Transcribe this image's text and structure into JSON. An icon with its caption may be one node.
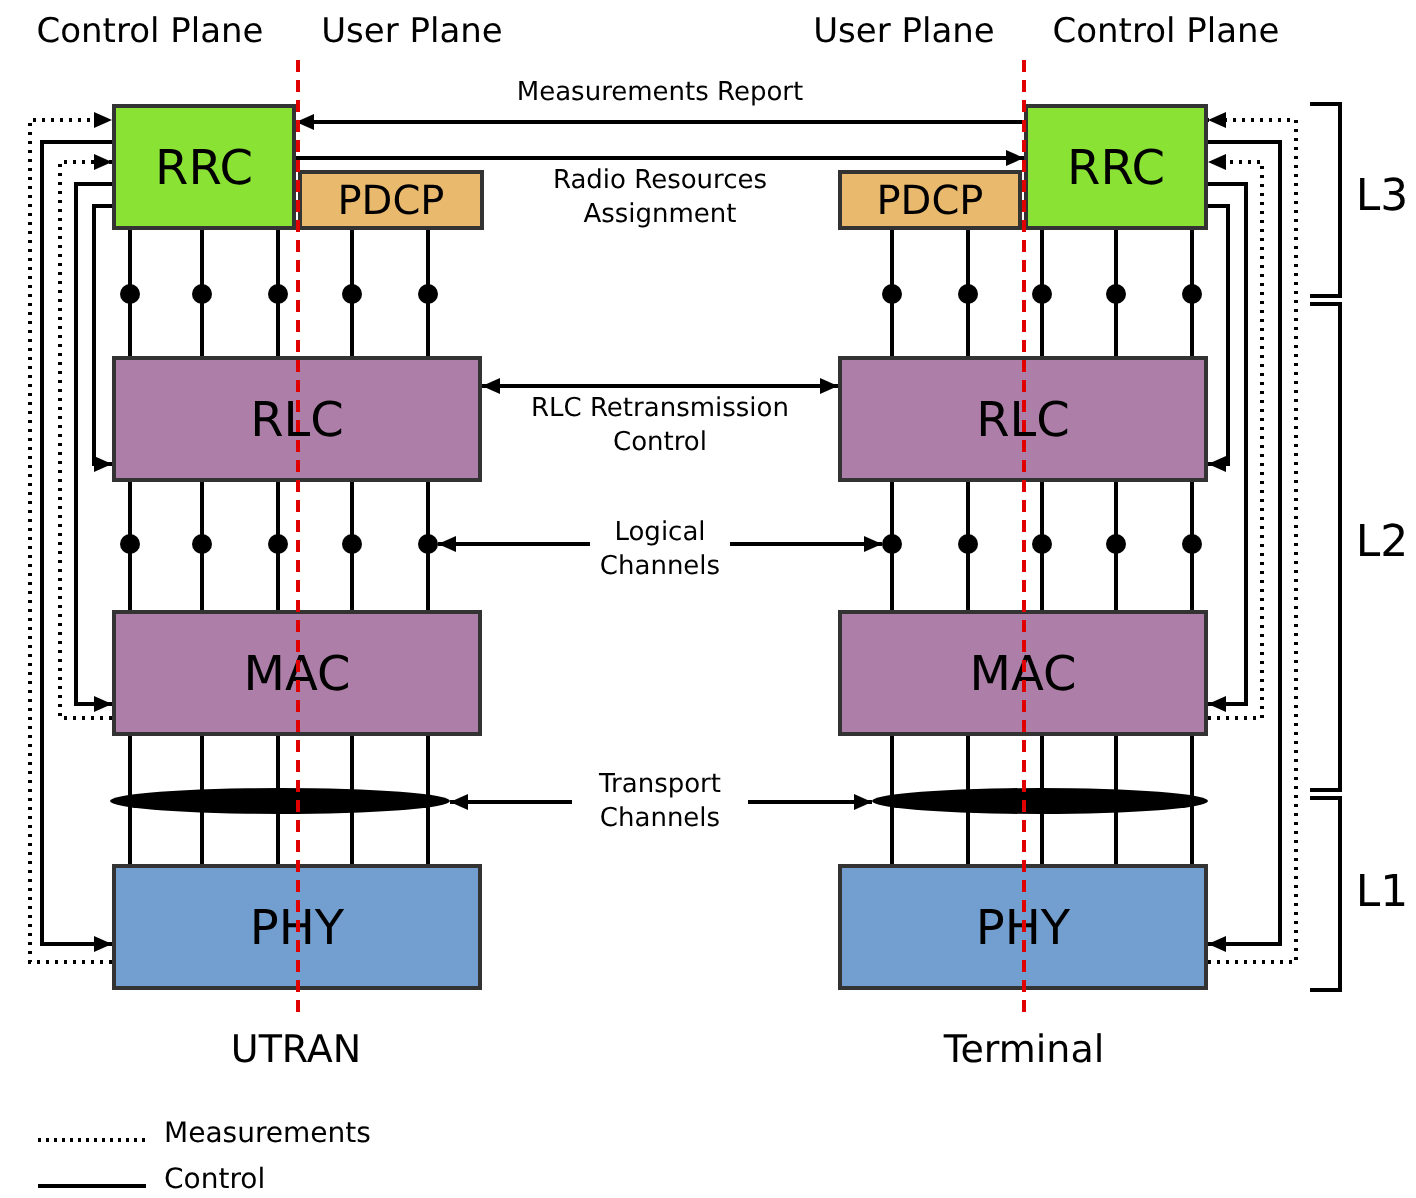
{
  "diagram": {
    "nodes": [
      {
        "text": [
          "RRC"
        ]
      },
      {
        "text": [
          "PDCP"
        ]
      },
      {
        "text": [
          "RLC"
        ]
      },
      {
        "text": [
          "MAC"
        ]
      },
      {
        "text": [
          "PHY"
        ]
      },
      {
        "text": [],
        "shape": "ellipse"
      },
      {
        "text": [
          "RRC"
        ]
      },
      {
        "text": [
          "PDCP"
        ]
      },
      {
        "text": [
          "RLC"
        ]
      },
      {
        "text": [
          "MAC"
        ]
      },
      {
        "text": [
          "PHY"
        ]
      },
      {
        "text": [],
        "shape": "ellipse"
      },
      {
        "text": [
          "Logical Channels"
        ]
      },
      {
        "text": [
          "Transport Channels"
        ]
      },
      {
        "text": [],
        "shape": "circle"
      },
      {
        "text": [],
        "shape": "circle"
      }
    ],
    "edges": [
      {
        "from": 6,
        "to": 0,
        "arrow": "to",
        "label": "Measurements Report"
      },
      {
        "from": 0,
        "to": 6,
        "arrow": "to",
        "label": "Radio Resources Assignment"
      },
      {
        "from": 2,
        "to": 8,
        "arrow": "both",
        "label": "RLC Retransmission Control"
      },
      {
        "from": 12,
        "to": 14,
        "arrow": "to"
      },
      {
        "from": 12,
        "to": 15,
        "arrow": "to"
      },
      {
        "from": 13,
        "to": 5,
        "arrow": "to"
      },
      {
        "from": 13,
        "to": 11,
        "arrow": "to"
      },
      {
        "from": 4,
        "to": 0,
        "arrow": "to",
        "style": "dashed"
      },
      {
        "from": 0,
        "to": 4,
        "arrow": "to"
      },
      {
        "from": 3,
        "to": 0,
        "arrow": "to",
        "style": "dashed"
      },
      {
        "from": 0,
        "to": 3,
        "arrow": "to"
      },
      {
        "from": 0,
        "to": 2,
        "arrow": "to"
      },
      {
        "from": 10,
        "to": 6,
        "arrow": "to",
        "style": "dashed"
      },
      {
        "from": 6,
        "to": 10,
        "arrow": "to"
      },
      {
        "from": 9,
        "to": 6,
        "arrow": "to",
        "style": "dashed"
      },
      {
        "from": 6,
        "to": 9,
        "arrow": "to"
      },
      {
        "from": 6,
        "to": 8,
        "arrow": "to"
      },
      {
        "from": 0,
        "to": 2,
        "arrow": "none"
      },
      {
        "from": 0,
        "to": 2,
        "arrow": "none"
      },
      {
        "from": 0,
        "to": 2,
        "arrow": "none"
      },
      {
        "from": 1,
        "to": 2,
        "arrow": "none"
      },
      {
        "from": 1,
        "to": 2,
        "arrow": "none"
      },
      {
        "from": 2,
        "to": 3,
        "arrow": "none"
      },
      {
        "from": 2,
        "to": 3,
        "arrow": "none"
      },
      {
        "from": 2,
        "to": 3,
        "arrow": "none"
      },
      {
        "from": 2,
        "to": 3,
        "arrow": "none"
      },
      {
        "from": 2,
        "to": 3,
        "arrow": "none"
      },
      {
        "from": 3,
        "to": 4,
        "arrow": "none"
      },
      {
        "from": 3,
        "to": 4,
        "arrow": "none"
      },
      {
        "from": 3,
        "to": 4,
        "arrow": "none"
      },
      {
        "from": 3,
        "to": 4,
        "arrow": "none"
      },
      {
        "from": 3,
        "to": 4,
        "arrow": "none"
      },
      {
        "from": 7,
        "to": 8,
        "arrow": "none"
      },
      {
        "from": 7,
        "to": 8,
        "arrow": "none"
      },
      {
        "from": 6,
        "to": 8,
        "arrow": "none"
      },
      {
        "from": 6,
        "to": 8,
        "arrow": "none"
      },
      {
        "from": 6,
        "to": 8,
        "arrow": "none"
      },
      {
        "from": 8,
        "to": 9,
        "arrow": "none"
      },
      {
        "from": 8,
        "to": 9,
        "arrow": "none"
      },
      {
        "from": 8,
        "to": 9,
        "arrow": "none"
      },
      {
        "from": 8,
        "to": 9,
        "arrow": "none"
      },
      {
        "from": 8,
        "to": 9,
        "arrow": "none"
      },
      {
        "from": 9,
        "to": 10,
        "arrow": "none"
      },
      {
        "from": 9,
        "to": 10,
        "arrow": "none"
      },
      {
        "from": 9,
        "to": 10,
        "arrow": "none"
      },
      {
        "from": 9,
        "to": 10,
        "arrow": "none"
      },
      {
        "from": 9,
        "to": 10,
        "arrow": "none"
      }
    ],
    "labels": [
      "Control Plane",
      "User Plane",
      "User Plane",
      "Control Plane",
      "L3",
      "L2",
      "L1",
      "UTRAN",
      "Terminal"
    ],
    "legend": [
      {
        "text": "Measurements"
      },
      {
        "text": "Control"
      }
    ]
  }
}
